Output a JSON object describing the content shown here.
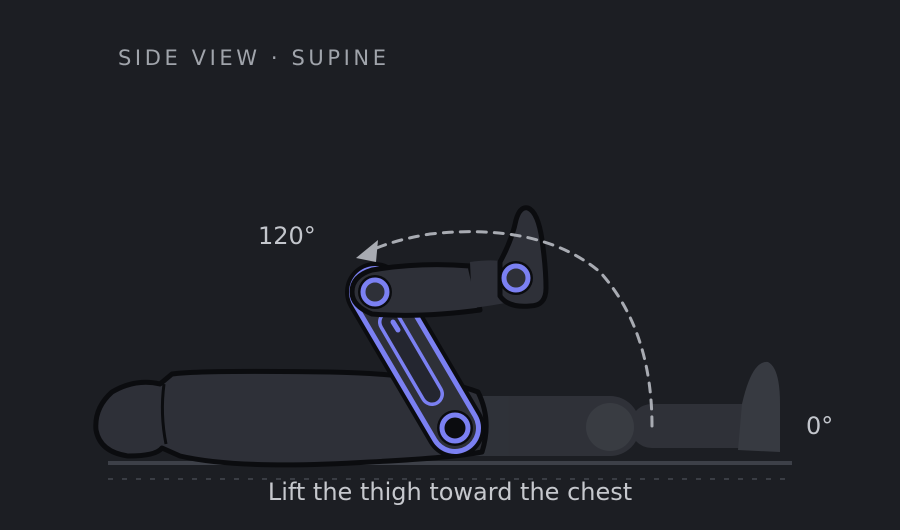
{
  "header": {
    "view_label": "SIDE VIEW · SUPINE"
  },
  "angles": {
    "start_label": "120°",
    "end_label": "0°"
  },
  "caption": "Lift the thigh toward the chest",
  "colors": {
    "background": "#1c1e23",
    "body_fill": "#2e3038",
    "body_outline": "#0b0c0f",
    "accent": "#7b80f2",
    "ghost_leg": "#3c3f47",
    "arc": "#a8abb2",
    "floor": "#3d4048"
  }
}
